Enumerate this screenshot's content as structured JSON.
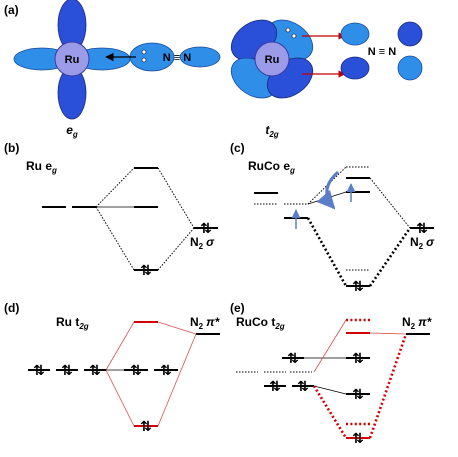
{
  "panels": {
    "a": {
      "tag": "(a)",
      "ru_label": "Ru",
      "nn_label": "N ≡ N",
      "eg_main": "e",
      "eg_sub": "g",
      "t2g_main": "t",
      "t2g_sub": "2g"
    },
    "b": {
      "tag": "(b)",
      "title": "Ru e",
      "title_sub": "g",
      "n2_label": "N",
      "n2_sub": "2",
      "n2_orbital": "σ"
    },
    "c": {
      "tag": "(c)",
      "title": "RuCo e",
      "title_sub": "g",
      "n2_label": "N",
      "n2_sub": "2",
      "n2_orbital": "σ"
    },
    "d": {
      "tag": "(d)",
      "title": "Ru t",
      "title_sub": "2g",
      "n2_label": "N",
      "n2_sub": "2",
      "n2_orbital": "π*"
    },
    "e": {
      "tag": "(e)",
      "title": "RuCo t",
      "title_sub": "2g",
      "n2_label": "N",
      "n2_sub": "2",
      "n2_orbital": "π*"
    }
  },
  "colors": {
    "orbital_dark": "#2a4fd8",
    "orbital_light": "#2f8fe8",
    "ru_atom": "#9b9be8",
    "antibonding_red": "#d40000",
    "arrow_red": "#c00000"
  }
}
